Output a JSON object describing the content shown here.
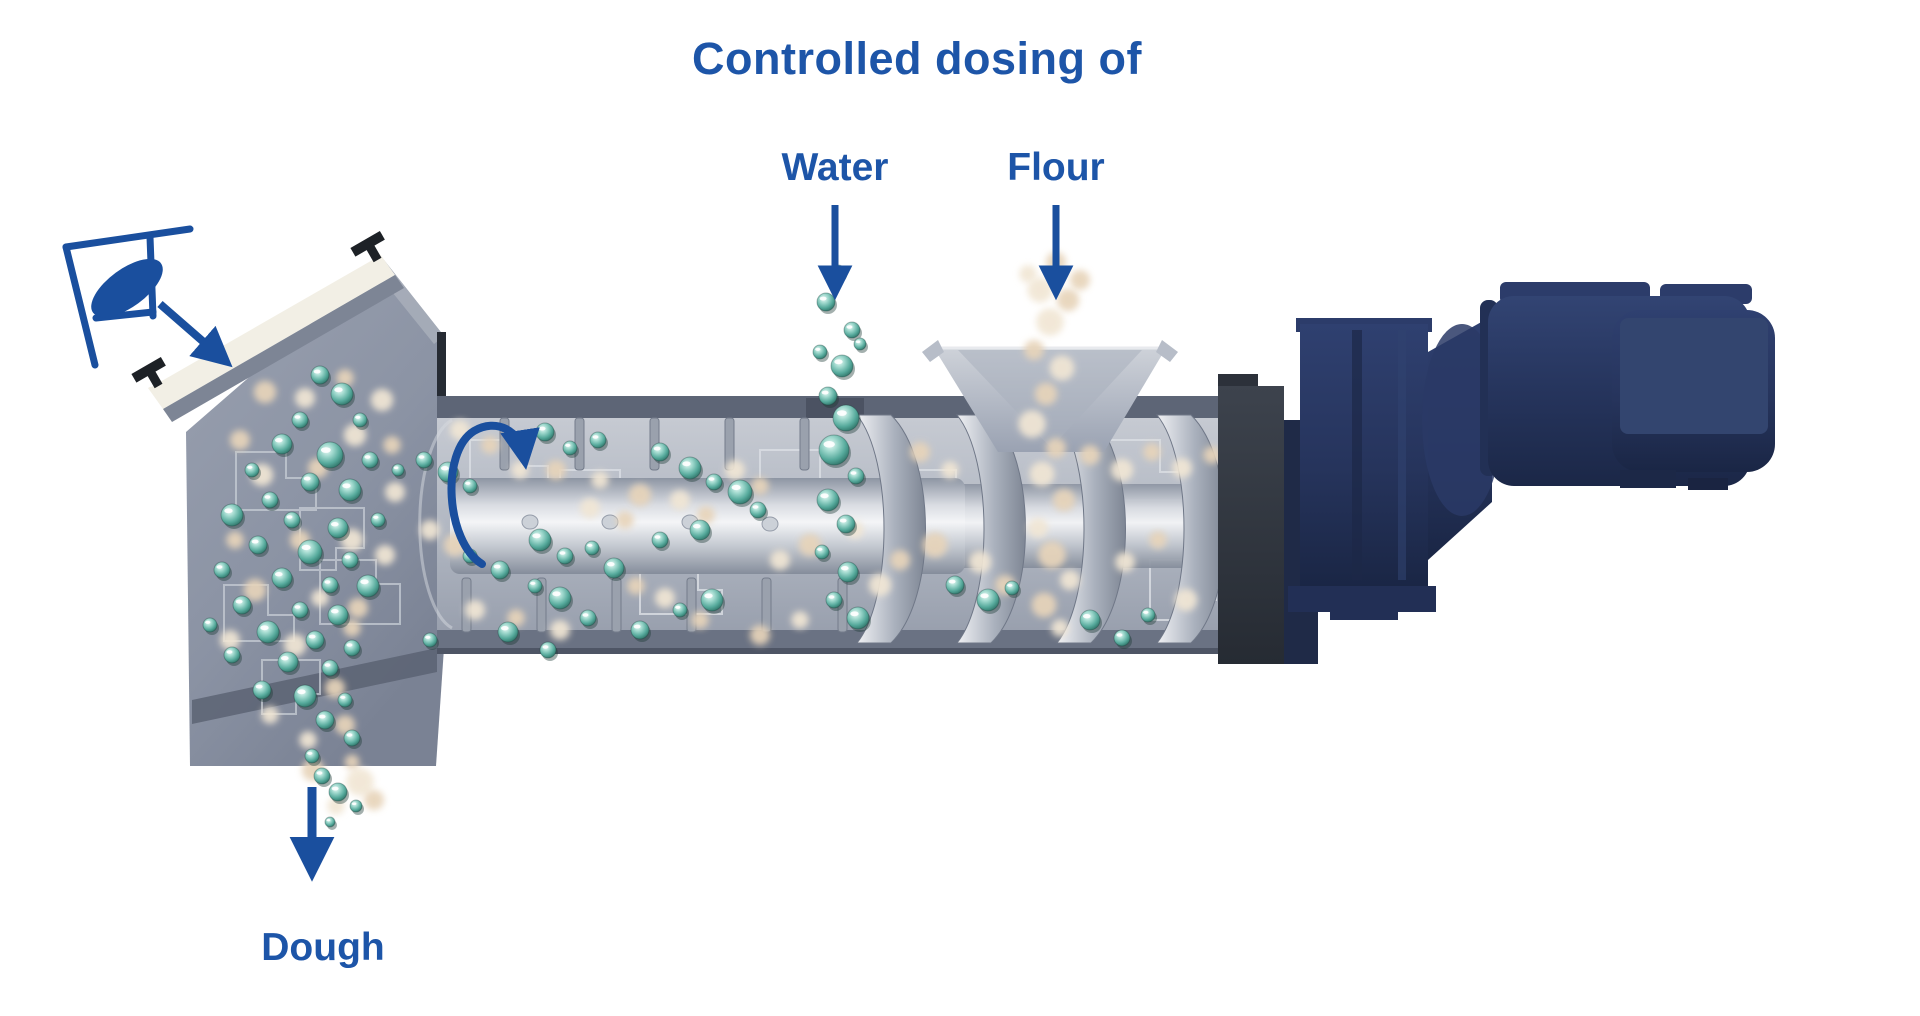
{
  "diagram": {
    "title": "Controlled dosing of",
    "labels": {
      "water": "Water",
      "flour": "Flour",
      "dough": "Dough"
    },
    "annotations": {
      "water_arrow": "down",
      "flour_arrow": "down",
      "dough_arrow": "down",
      "eye_arrow": "points to inspection lid",
      "rotation_arrow": "screw rotation"
    },
    "icons": [
      "eye-icon",
      "down-arrow-icon",
      "rotation-arrow-icon"
    ],
    "colors": {
      "accent_text": "#1d55a8",
      "accent_arrow": "#1a4f9e",
      "machine_light": "#a8aeba",
      "machine_mid": "#8b93a4",
      "machine_dark": "#6a7284",
      "barrel_interior": "#b7bcc6",
      "shaft_light": "#f4f5f7",
      "motor_navy": "#26345c",
      "motor_navy_dark": "#1a2645",
      "end_plate_charcoal": "#343942",
      "lid_ivory": "#f2efe5",
      "water_drop": "#5fb3a6",
      "flour": "#ead9c3",
      "panel_outline": "#cfd5dc"
    },
    "particles": {
      "water_drops": [
        [
          838,
          272,
          7
        ],
        [
          826,
          302,
          9
        ],
        [
          852,
          330,
          8
        ],
        [
          820,
          352,
          7
        ],
        [
          842,
          366,
          11
        ],
        [
          860,
          344,
          6
        ],
        [
          828,
          396,
          9
        ],
        [
          846,
          418,
          13
        ],
        [
          834,
          450,
          15
        ],
        [
          856,
          476,
          8
        ],
        [
          828,
          500,
          11
        ],
        [
          846,
          524,
          9
        ],
        [
          822,
          552,
          7
        ],
        [
          848,
          572,
          10
        ],
        [
          834,
          600,
          8
        ],
        [
          858,
          618,
          11
        ],
        [
          424,
          460,
          8
        ],
        [
          448,
          472,
          10
        ],
        [
          470,
          486,
          7
        ],
        [
          545,
          432,
          9
        ],
        [
          570,
          448,
          7
        ],
        [
          598,
          440,
          8
        ],
        [
          660,
          452,
          9
        ],
        [
          690,
          468,
          11
        ],
        [
          714,
          482,
          8
        ],
        [
          740,
          492,
          12
        ],
        [
          758,
          510,
          8
        ],
        [
          540,
          540,
          11
        ],
        [
          565,
          556,
          8
        ],
        [
          592,
          548,
          7
        ],
        [
          614,
          568,
          10
        ],
        [
          660,
          540,
          8
        ],
        [
          700,
          530,
          10
        ],
        [
          470,
          556,
          7
        ],
        [
          500,
          570,
          9
        ],
        [
          535,
          586,
          7
        ],
        [
          560,
          598,
          11
        ],
        [
          588,
          618,
          8
        ],
        [
          640,
          630,
          9
        ],
        [
          680,
          610,
          7
        ],
        [
          712,
          600,
          11
        ],
        [
          430,
          640,
          7
        ],
        [
          508,
          632,
          10
        ],
        [
          548,
          650,
          8
        ],
        [
          955,
          585,
          9
        ],
        [
          988,
          600,
          11
        ],
        [
          1012,
          588,
          7
        ],
        [
          1090,
          620,
          10
        ],
        [
          1122,
          638,
          8
        ],
        [
          1148,
          615,
          7
        ],
        [
          320,
          375,
          9
        ],
        [
          342,
          394,
          11
        ],
        [
          300,
          420,
          8
        ],
        [
          360,
          420,
          7
        ],
        [
          282,
          444,
          10
        ],
        [
          330,
          455,
          13
        ],
        [
          370,
          460,
          8
        ],
        [
          252,
          470,
          7
        ],
        [
          310,
          482,
          9
        ],
        [
          350,
          490,
          11
        ],
        [
          270,
          500,
          8
        ],
        [
          398,
          470,
          6
        ],
        [
          232,
          515,
          11
        ],
        [
          292,
          520,
          8
        ],
        [
          338,
          528,
          10
        ],
        [
          378,
          520,
          7
        ],
        [
          258,
          545,
          9
        ],
        [
          310,
          552,
          12
        ],
        [
          350,
          560,
          8
        ],
        [
          222,
          570,
          8
        ],
        [
          282,
          578,
          10
        ],
        [
          330,
          585,
          8
        ],
        [
          368,
          586,
          11
        ],
        [
          242,
          605,
          9
        ],
        [
          300,
          610,
          8
        ],
        [
          338,
          615,
          10
        ],
        [
          210,
          625,
          7
        ],
        [
          268,
          632,
          11
        ],
        [
          315,
          640,
          9
        ],
        [
          352,
          648,
          8
        ],
        [
          232,
          655,
          8
        ],
        [
          288,
          662,
          10
        ],
        [
          330,
          668,
          8
        ],
        [
          262,
          690,
          9
        ],
        [
          305,
          696,
          11
        ],
        [
          345,
          700,
          7
        ],
        [
          325,
          720,
          9
        ],
        [
          352,
          738,
          8
        ],
        [
          312,
          756,
          7
        ],
        [
          322,
          776,
          8
        ],
        [
          338,
          792,
          9
        ],
        [
          356,
          806,
          6
        ],
        [
          330,
          822,
          5
        ]
      ],
      "flour_puffs": [
        [
          1056,
          262,
          8
        ],
        [
          1028,
          274,
          7
        ],
        [
          1080,
          280,
          8
        ],
        [
          1040,
          290,
          10
        ],
        [
          1068,
          300,
          9
        ],
        [
          1050,
          322,
          11
        ],
        [
          1034,
          350,
          8
        ],
        [
          1062,
          368,
          10
        ],
        [
          1046,
          394,
          9
        ],
        [
          1032,
          424,
          11
        ],
        [
          1056,
          448,
          8
        ],
        [
          1042,
          474,
          10
        ],
        [
          1064,
          500,
          9
        ],
        [
          1038,
          528,
          8
        ],
        [
          1052,
          555,
          11
        ],
        [
          1070,
          580,
          8
        ],
        [
          1044,
          605,
          10
        ],
        [
          1060,
          628,
          7
        ],
        [
          900,
          560,
          8
        ],
        [
          880,
          585,
          9
        ],
        [
          935,
          545,
          10
        ],
        [
          980,
          562,
          9
        ],
        [
          1005,
          585,
          8
        ],
        [
          1125,
          562,
          8
        ],
        [
          1158,
          540,
          7
        ],
        [
          1186,
          600,
          9
        ],
        [
          920,
          452,
          8
        ],
        [
          950,
          470,
          7
        ],
        [
          1090,
          455,
          8
        ],
        [
          1122,
          470,
          9
        ],
        [
          1152,
          452,
          7
        ],
        [
          1182,
          468,
          8
        ],
        [
          1212,
          455,
          7
        ],
        [
          1236,
          520,
          8
        ],
        [
          1240,
          560,
          7
        ],
        [
          460,
          430,
          8
        ],
        [
          490,
          445,
          7
        ],
        [
          430,
          530,
          8
        ],
        [
          455,
          545,
          9
        ],
        [
          520,
          470,
          7
        ],
        [
          556,
          470,
          8
        ],
        [
          600,
          480,
          7
        ],
        [
          640,
          495,
          9
        ],
        [
          590,
          508,
          8
        ],
        [
          625,
          520,
          7
        ],
        [
          680,
          500,
          8
        ],
        [
          706,
          515,
          7
        ],
        [
          735,
          470,
          8
        ],
        [
          760,
          486,
          7
        ],
        [
          475,
          610,
          8
        ],
        [
          516,
          618,
          7
        ],
        [
          560,
          630,
          8
        ],
        [
          636,
          586,
          7
        ],
        [
          665,
          598,
          8
        ],
        [
          700,
          620,
          7
        ],
        [
          780,
          560,
          8
        ],
        [
          810,
          545,
          9
        ],
        [
          855,
          530,
          7
        ],
        [
          760,
          635,
          8
        ],
        [
          800,
          620,
          7
        ],
        [
          265,
          392,
          9
        ],
        [
          305,
          398,
          8
        ],
        [
          345,
          378,
          7
        ],
        [
          382,
          400,
          9
        ],
        [
          240,
          440,
          8
        ],
        [
          355,
          435,
          9
        ],
        [
          392,
          445,
          7
        ],
        [
          262,
          475,
          9
        ],
        [
          318,
          468,
          8
        ],
        [
          395,
          492,
          8
        ],
        [
          235,
          540,
          7
        ],
        [
          352,
          540,
          9
        ],
        [
          300,
          540,
          8
        ],
        [
          385,
          555,
          8
        ],
        [
          255,
          590,
          9
        ],
        [
          320,
          598,
          7
        ],
        [
          358,
          608,
          8
        ],
        [
          230,
          640,
          8
        ],
        [
          352,
          628,
          7
        ],
        [
          295,
          645,
          9
        ],
        [
          335,
          688,
          8
        ],
        [
          270,
          715,
          7
        ],
        [
          345,
          725,
          8
        ],
        [
          308,
          740,
          7
        ],
        [
          313,
          770,
          9
        ],
        [
          360,
          782,
          11
        ],
        [
          374,
          800,
          8
        ],
        [
          336,
          806,
          7
        ],
        [
          352,
          762,
          6
        ]
      ]
    }
  }
}
